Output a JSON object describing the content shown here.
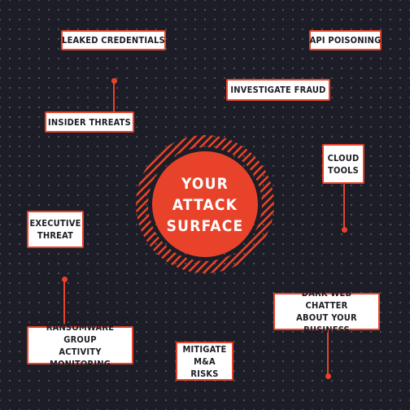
{
  "center": {
    "lines": [
      "YOUR",
      "ATTACK",
      "SURFACE"
    ],
    "colors": {
      "fill": "#e8432a",
      "hatch": "#e8432a",
      "text": "#ffffff"
    }
  },
  "colors": {
    "background": "#1c1d26",
    "accent": "#e8432a",
    "card": "#ffffff",
    "card_text": "#1c1d26"
  },
  "labels": {
    "leaked_credentials": "LEAKED CREDENTIALS",
    "api_poisoning": "API POISONING",
    "investigate_fraud": "INVESTIGATE FRAUD",
    "insider_threats": "INSIDER THREATS",
    "cloud_tools": [
      "CLOUD",
      "TOOLS"
    ],
    "executive_threat": [
      "EXECUTIVE",
      "THREAT"
    ],
    "dark_web_chatter": [
      "DARK WEB CHATTER",
      "ABOUT YOUR BUSINESS"
    ],
    "ransomware_group": [
      "RANSOMWARE GROUP",
      "ACTIVITY MONITORING"
    ],
    "mitigate_ma": [
      "MITIGATE",
      "M&A RISKS"
    ]
  }
}
